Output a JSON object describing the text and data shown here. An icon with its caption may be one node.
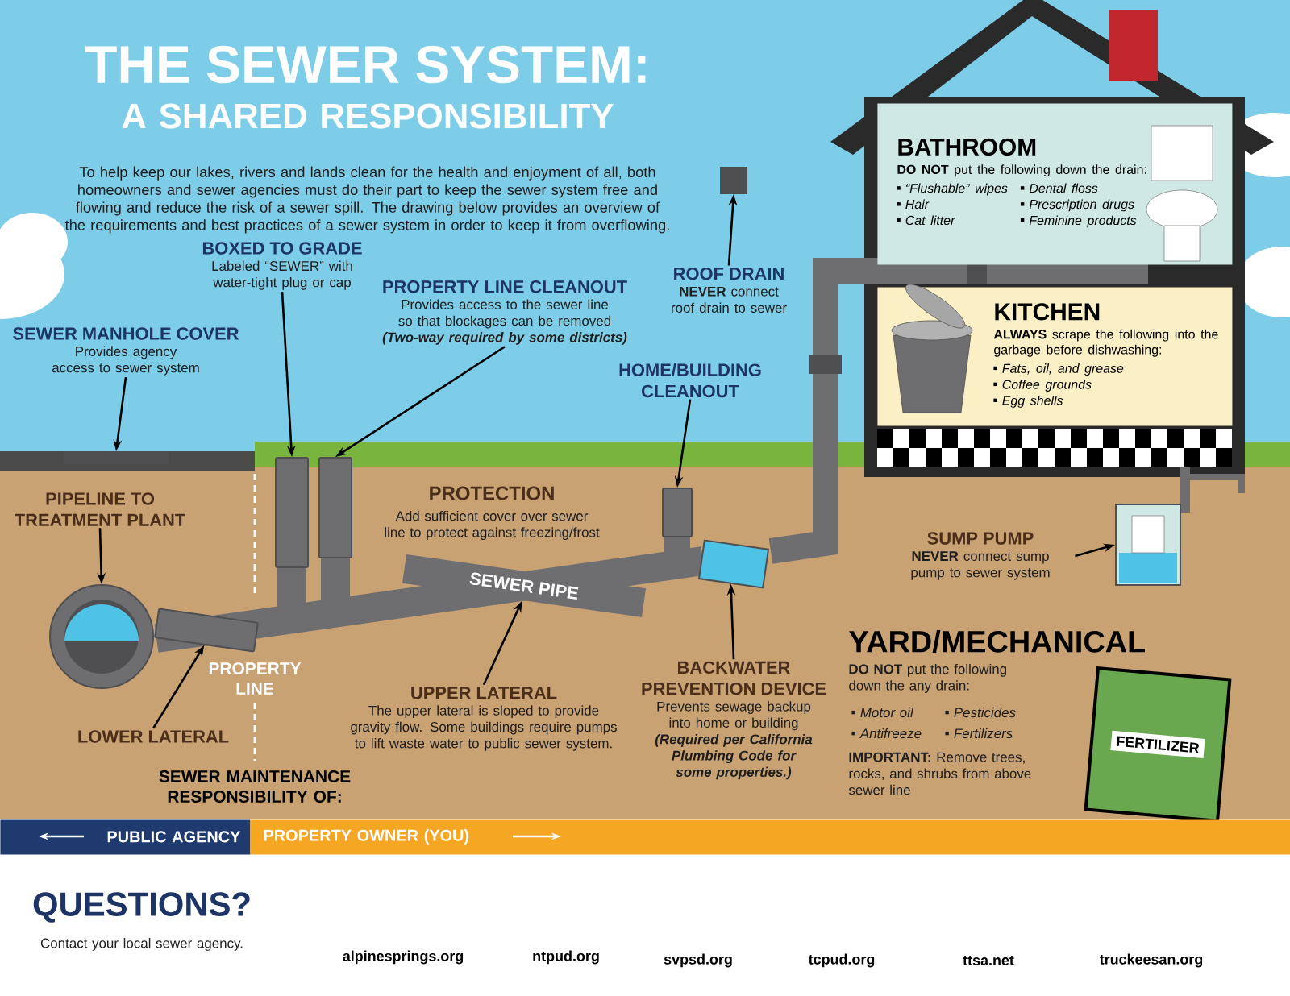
{
  "diagram": {
    "title": "THE SEWER SYSTEM:",
    "nodes": [
      {
        "text": [
          "BOXED TO GRADE",
          "Labeled “SEWER” with water-tight plug or cap"
        ]
      },
      {
        "text": [
          "PROPERTY LINE CLEANOUT",
          "Provides access to the sewer line so that blockages can be removed",
          "(Two-way required by some districts)"
        ]
      },
      {
        "text": [
          "SEWER MANHOLE COVER",
          "Provides agency access to sewer system"
        ]
      },
      {
        "text": [
          "ROOF DRAIN",
          "**NEVER** connect roof drain to sewer"
        ]
      },
      {
        "text": [
          "HOME/BUILDING CLEANOUT"
        ]
      },
      {
        "text": [
          "PIPELINE TO TREATMENT PLANT"
        ]
      },
      {
        "text": [
          "LOWER LATERAL"
        ]
      },
      {
        "text": [
          "UPPER LATERAL",
          "The upper lateral is sloped to provide gravity flow. Some buildings require pumps to lift waste water to public sewer system."
        ]
      },
      {
        "text": [
          "BACKWATER PREVENTION DEVICE",
          "Prevents sewage backup into home or building",
          "(Required per California Plumbing Code for some properties.)"
        ]
      },
      {
        "text": [
          "SUMP PUMP",
          "**NEVER** connect sump pump to sewer system"
        ]
      },
      {
        "text": [],
        "shape": "box"
      },
      {
        "text": [],
        "shape": "bar"
      },
      {
        "text": [],
        "shape": "bar"
      },
      {
        "text": [],
        "shape": "box"
      },
      {
        "text": [],
        "shape": "bar"
      },
      {
        "text": [],
        "shape": "circle"
      },
      {
        "text": [],
        "shape": "bar"
      },
      {
        "text": [
          "SEWER PIPE"
        ]
      },
      {
        "text": [],
        "shape": "box"
      },
      {
        "text": [],
        "shape": "box"
      },
      {
        "text": [
          "BATHROOM",
          "**DO NOT** put the following down the drain:",
          "“Flushable” wipes",
          "Dental floss",
          "Hair",
          "Prescription drugs",
          "Cat litter",
          "Feminine products"
        ]
      },
      {
        "text": [
          "KITCHEN",
          "**ALWAYS** scrape the following into the garbage before dishwashing:",
          "Fats, oil, and grease",
          "Coffee grounds",
          "Egg shells"
        ]
      },
      {
        "text": [
          "FERTILIZER"
        ]
      },
      {
        "text": [
          "PUBLIC AGENCY"
        ]
      },
      {
        "text": [
          "PROPERTY OWNER (YOU)"
        ]
      }
    ],
    "edges": [
      {
        "from": 0,
        "to": 11,
        "arrow": "to"
      },
      {
        "from": 1,
        "to": 12,
        "arrow": "to"
      },
      {
        "from": 2,
        "to": 10,
        "arrow": "to"
      },
      {
        "from": 3,
        "to": 13,
        "arrow": "to"
      },
      {
        "from": 4,
        "to": 14,
        "arrow": "to"
      },
      {
        "from": 5,
        "to": 15,
        "arrow": "to"
      },
      {
        "from": 6,
        "to": 16,
        "arrow": "to"
      },
      {
        "from": 7,
        "to": 17,
        "arrow": "to"
      },
      {
        "from": 8,
        "to": 18,
        "arrow": "to"
      },
      {
        "from": 9,
        "to": 19,
        "arrow": "to"
      }
    ],
    "labels": [
      "A SHARED RESPONSIBILITY",
      "To help keep our lakes, rivers and lands clean for the health and enjoyment of all, both homeowners and sewer agencies must do their part to keep the sewer system free and flowing and reduce the risk of a sewer spill. The drawing below provides an overview of the requirements and best practices of a sewer system in order to keep it from overflowing.",
      "PROTECTION",
      "Add sufficient cover over sewer line to protect against freezing/frost",
      "PROPERTY LINE",
      "SEWER MAINTENANCE RESPONSIBILITY OF:",
      "YARD/MECHANICAL",
      "**DO NOT** put the following down the any drain:",
      "Motor oil",
      "Pesticides",
      "Antifreeze",
      "Fertilizers",
      "**IMPORTANT:** Remove trees, rocks, and shrubs from above sewer line",
      "QUESTIONS?",
      "Contact your local sewer agency.",
      "alpinesprings.org",
      "ntpud.org",
      "svpsd.org",
      "tcpud.org",
      "ttsa.net",
      "truckeesan.org"
    ]
  }
}
